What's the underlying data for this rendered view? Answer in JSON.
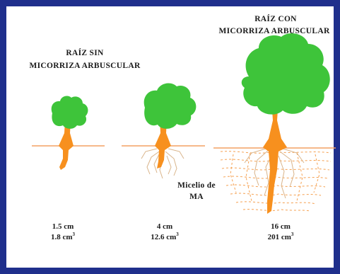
{
  "labels": {
    "left_title_1": "RAÍZ SIN",
    "left_title_2": "MICORRIZA ARBUSCULAR",
    "right_title_1": "RAÍZ CON",
    "right_title_2": "MICORRIZA ARBUSCULAR",
    "mycelium_1": "Micelio de",
    "mycelium_2": "MA"
  },
  "plants": [
    {
      "length": "1.5 cm",
      "volume": "1.8 cm",
      "exp": "3"
    },
    {
      "length": "4 cm",
      "volume": "12.6 cm",
      "exp": "3"
    },
    {
      "length": "16 cm",
      "volume": "201 cm",
      "exp": "3"
    }
  ],
  "colors": {
    "border": "#1f2f8c",
    "foliage": "#3ec43a",
    "trunk": "#f7901e",
    "soil_line": "#f4a064",
    "hyphae": "#f5a050",
    "roots_fine": "#d9b48a"
  }
}
